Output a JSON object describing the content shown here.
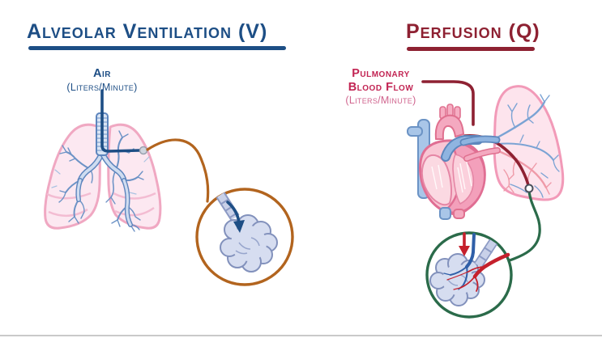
{
  "left_panel": {
    "title": "Alveolar Ventilation (V)",
    "air_label": "Air",
    "air_unit": "(Liters/Minute)"
  },
  "right_panel": {
    "title": "Perfusion (Q)",
    "flow_label_line1": "Pulmonary",
    "flow_label_line2": "Blood Flow",
    "flow_unit": "(Liters/Minute)"
  },
  "colors": {
    "ventilation_navy": "#1d4e85",
    "perfusion_maroon": "#8e2132",
    "flow_label_crimson": "#c22453",
    "flow_unit_pink": "#d0648e",
    "magnifier_orange": "#b2641e",
    "magnifier_green": "#2b6b4a",
    "lung_outline_pink": "#f0a8c2",
    "airway_blue": "#5d85bd",
    "alveolus_lavender": "#d6ddf0",
    "vessel_red": "#c5202c",
    "vessel_blue": "#2f5fa8"
  }
}
